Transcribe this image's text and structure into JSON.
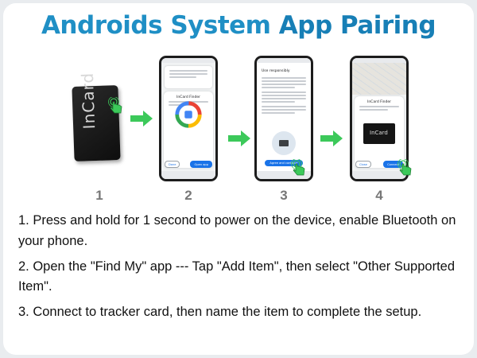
{
  "title": {
    "part1": "Androids System ",
    "part2": "App Pairing"
  },
  "device": {
    "logo": "InCard"
  },
  "phones": [
    {
      "sheet_title": "InCard Finder",
      "buttons": [
        "Done",
        "Open app"
      ]
    },
    {
      "sheet_title": "Use responsibly",
      "buttons": [
        "Agree and continue"
      ]
    },
    {
      "sheet_title": "InCard Finder",
      "card_logo": "InCard",
      "buttons": [
        "Close",
        "Connect"
      ]
    }
  ],
  "steps": [
    "1",
    "2",
    "3",
    "4"
  ],
  "instructions": [
    "1. Press and hold for 1 second to power on the device, enable Bluetooth on your phone.",
    "2. Open the \"Find My\" app --- Tap \"Add Item\", then select \"Other Supported Item\".",
    "3. Connect to tracker card, then name the item to complete the setup."
  ],
  "colors": {
    "title": "#1f8fc5",
    "arrow": "#3cc95a",
    "hand": "#3cc95a"
  },
  "icons": [
    "hand-press-icon",
    "arrow-right-icon",
    "google-find-my-icon"
  ]
}
